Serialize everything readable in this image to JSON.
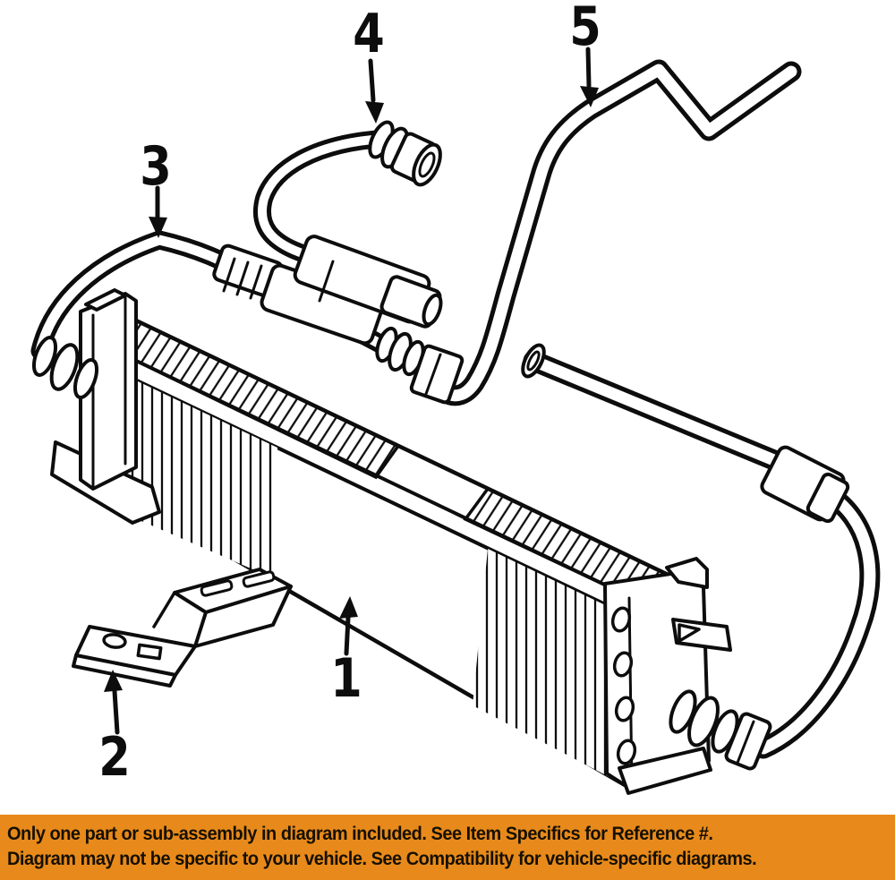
{
  "diagram": {
    "callouts": [
      {
        "number": "1"
      },
      {
        "number": "2"
      },
      {
        "number": "3"
      },
      {
        "number": "4"
      },
      {
        "number": "5"
      }
    ]
  },
  "banner": {
    "line1": "Only one part or sub-assembly in diagram included. See Item Specifics for Reference #.",
    "line2": "Diagram may not be specific to your vehicle. See Compatibility for vehicle-specific diagrams.",
    "bg_color": "#E88A1B",
    "text_color": "#161000"
  },
  "drawing": {
    "ink_color": "#0D0D0D",
    "background": "#FFFFFF"
  }
}
